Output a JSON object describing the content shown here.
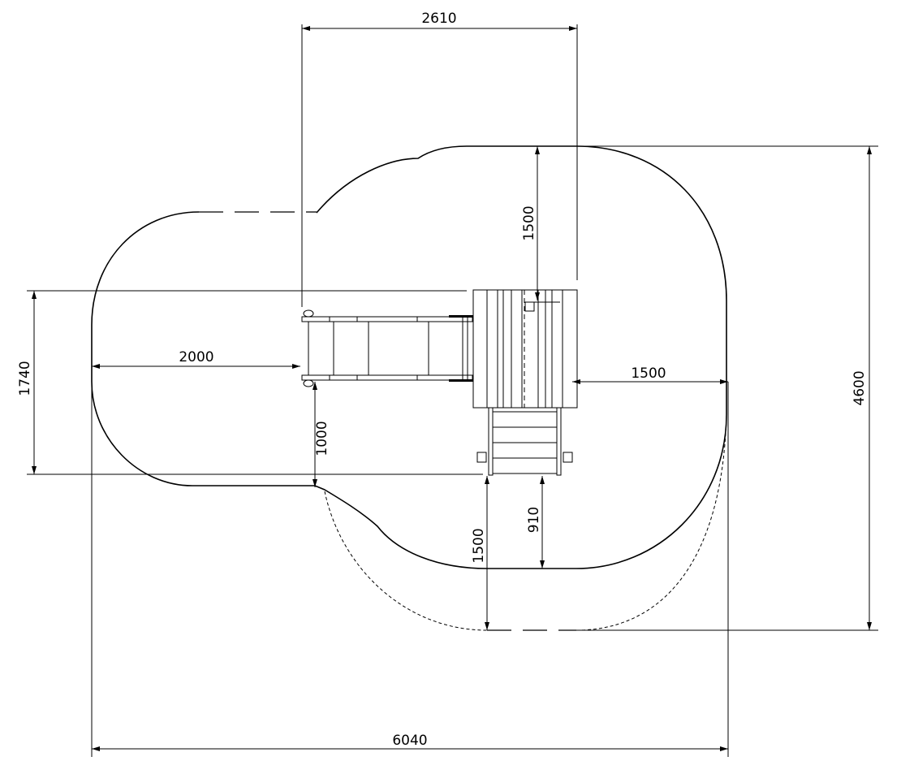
{
  "drawing": {
    "dimensions": {
      "top_width": "2610",
      "total_height": "4600",
      "top_clearance": "1500",
      "left_height": "1740",
      "left_clearance": "2000",
      "slide_offset": "1000",
      "right_clearance": "1500",
      "ladder_length": "910",
      "bottom_clearance": "1500",
      "total_width": "6040"
    },
    "colors": {
      "line": "#000000",
      "background": "#ffffff"
    }
  }
}
